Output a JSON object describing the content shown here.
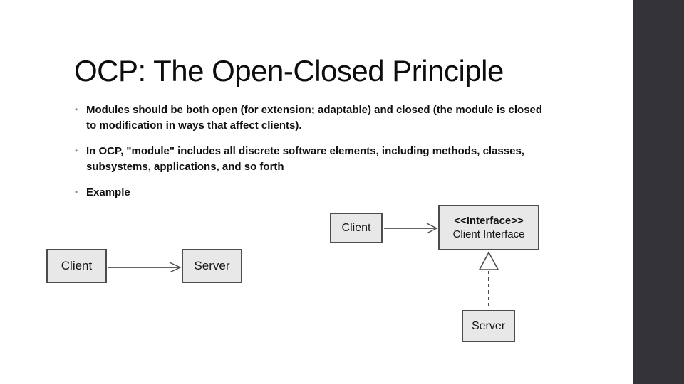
{
  "slide": {
    "title": "OCP: The Open-Closed Principle",
    "bullet_marker": "•",
    "bullets": [
      "Modules should be both open (for extension; adaptable) and closed (the module is closed to modification in ways that affect clients).",
      "In OCP, \"module\" includes all discrete software elements, including methods, classes, subsystems, applications, and so forth",
      "Example"
    ]
  },
  "diagram_before": {
    "client_label": "Client",
    "server_label": "Server"
  },
  "diagram_after": {
    "client_label": "Client",
    "interface_stereotype": "<<Interface>>",
    "interface_name": "Client Interface",
    "server_label": "Server"
  },
  "colors": {
    "accent_bar": "#333338",
    "box_fill": "#e8e8e8",
    "box_border": "#4d4d4d",
    "text": "#111111"
  }
}
